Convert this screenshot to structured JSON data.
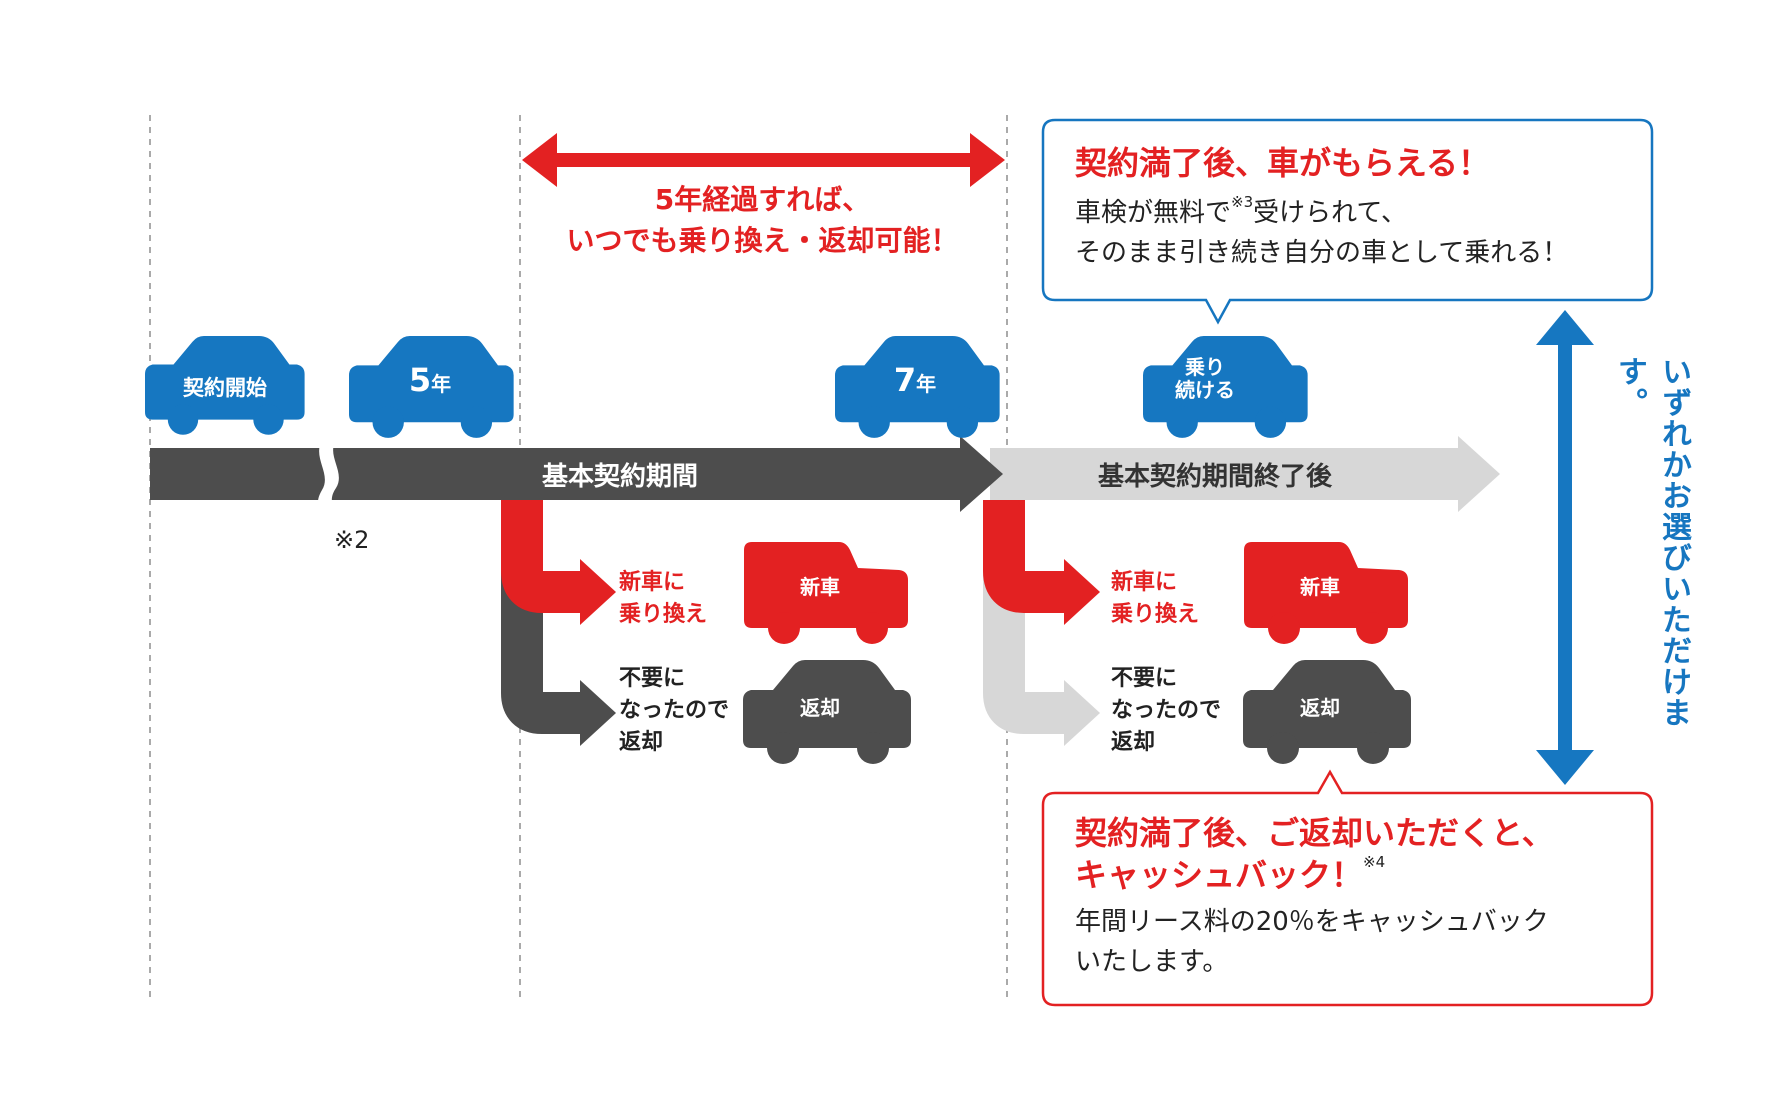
{
  "colors": {
    "blue": "#1677c1",
    "red": "#e32122",
    "dark": "#4d4d4d",
    "light_gray": "#d7d7d7",
    "dashed": "#aaaaaa"
  },
  "cars": {
    "start": "契約開始",
    "five_num": "5",
    "five_unit": "年",
    "seven_num": "7",
    "seven_unit": "年",
    "keep_line1": "乗り",
    "keep_line2": "続ける",
    "new_car": "新車",
    "return": "返却"
  },
  "timeline": {
    "basic_period": "基本契約期間",
    "after_period": "基本契約期間終了後",
    "note2": "※2"
  },
  "top_arrow": {
    "line1": "5年経過すれば、",
    "line2": "いつでも乗り換え・返却可能！"
  },
  "branches": {
    "switch_line1": "新車に",
    "switch_line2": "乗り換え",
    "return_line1": "不要に",
    "return_line2": "なったので",
    "return_line3": "返却"
  },
  "box_keep": {
    "title": "契約満了後、車がもらえる！",
    "body1_a": "車検が無料で",
    "body1_sup": "※3",
    "body1_b": "受けられて、",
    "body2": "そのまま引き続き自分の車として乗れる！"
  },
  "box_cashback": {
    "title1": "契約満了後、ご返却いただくと、",
    "title2": "キャッシュバック！",
    "title2_sup": "※4",
    "body1": "年間リース料の20％をキャッシュバック",
    "body2": "いたします。"
  },
  "side_choice": "いずれかお選びいただけます。"
}
